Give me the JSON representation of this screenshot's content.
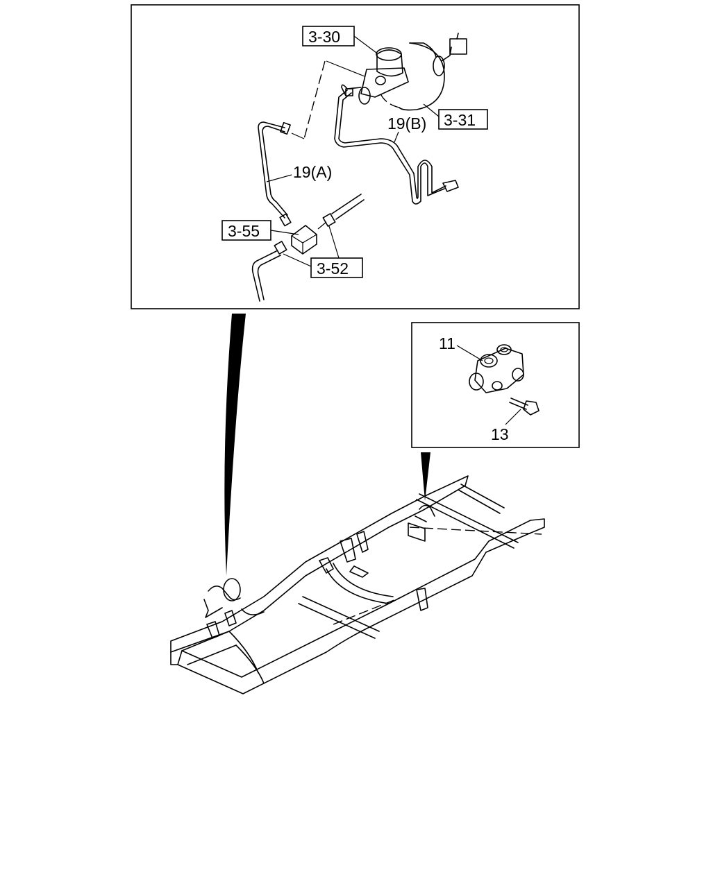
{
  "callouts": {
    "c3_30": "3-30",
    "c3_31": "3-31",
    "c19b": "19(B)",
    "c19a": "19(A)",
    "c3_55": "3-55",
    "c3_52": "3-52",
    "c11": "11",
    "c13": "13"
  }
}
